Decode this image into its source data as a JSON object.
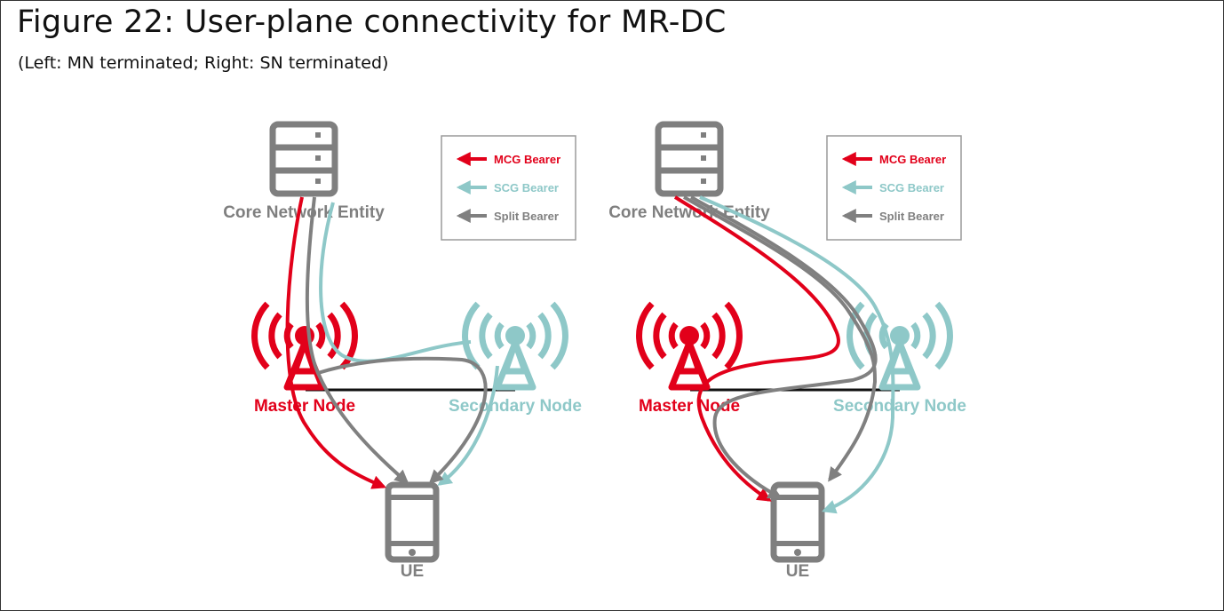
{
  "figure": {
    "title": "Figure 22: User-plane connectivity for MR-DC",
    "subtitle": "(Left: MN terminated; Right: SN terminated)"
  },
  "colors": {
    "mcg": "#e2001a",
    "scg": "#8ec8c8",
    "split": "#808080",
    "core": "#7f7f7f",
    "link": "#111111"
  },
  "legend": {
    "items": [
      {
        "label": "MCG Bearer",
        "color": "#e2001a"
      },
      {
        "label": "SCG Bearer",
        "color": "#8ec8c8"
      },
      {
        "label": "Split Bearer",
        "color": "#808080"
      }
    ]
  },
  "panels": [
    {
      "mode": "MN terminated",
      "core_label": "Core Network Entity",
      "master_label": "Master Node",
      "secondary_label": "Secondary Node",
      "ue_label": "UE"
    },
    {
      "mode": "SN terminated",
      "core_label": "Core Network Entity",
      "master_label": "Master Node",
      "secondary_label": "Secondary Node",
      "ue_label": "UE"
    }
  ]
}
